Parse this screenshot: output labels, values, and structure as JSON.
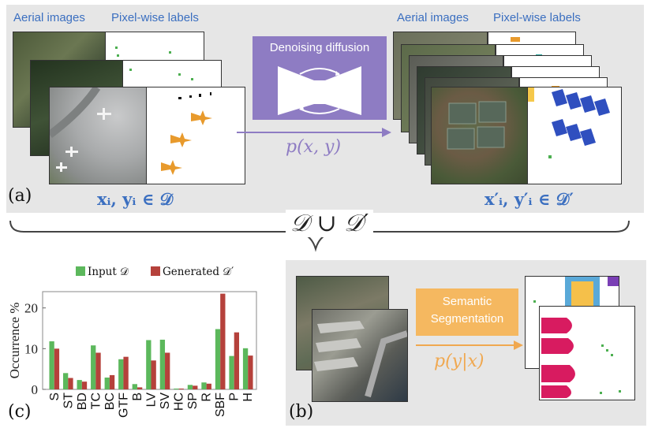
{
  "panel_a": {
    "tag": "(a)",
    "left_header_aerial": "Aerial images",
    "left_header_labels": "Pixel-wise labels",
    "right_header_aerial": "Aerial images",
    "right_header_labels": "Pixel-wise labels",
    "model_label": "Denoising diffusion",
    "arrow_formula": "p(x, y)",
    "left_formula": "xᵢ, yᵢ ∈ 𝒟",
    "right_formula": "x′ᵢ, y′ᵢ ∈ 𝒟′"
  },
  "union_label": "𝒟 ∪ 𝒟′",
  "panel_b": {
    "tag": "(b)",
    "model_label_line1": "Semantic",
    "model_label_line2": "Segmentation",
    "arrow_formula": "p(y|x)"
  },
  "panel_c": {
    "tag": "(c)"
  },
  "colors": {
    "panel_bg": "#e6e6e6",
    "header_blue": "#3b6fc0",
    "diffusion_purple": "#8e7cc3",
    "segmentation_orange": "#f5b860",
    "arrow_orange": "#f0a850",
    "input_green": "#5cb85c",
    "generated_red": "#b5413b"
  },
  "chart_data": {
    "type": "bar",
    "ylabel": "Occurrence %",
    "xlabel": "",
    "ylim": [
      0,
      24
    ],
    "yticks": [
      0,
      10,
      20
    ],
    "categories": [
      "S",
      "ST",
      "BD",
      "TC",
      "BC",
      "GTF",
      "B",
      "LV",
      "SV",
      "HC",
      "SP",
      "R",
      "SBF",
      "P",
      "H"
    ],
    "series": [
      {
        "name": "Input 𝒟",
        "color": "#5cb85c",
        "values": [
          11.8,
          4.0,
          2.3,
          10.8,
          2.9,
          7.4,
          1.3,
          12.1,
          12.2,
          0.2,
          1.1,
          1.7,
          14.8,
          8.2,
          10.1
        ]
      },
      {
        "name": "Generated 𝒟′",
        "color": "#b5413b",
        "values": [
          10.0,
          2.8,
          1.9,
          9.0,
          3.5,
          8.0,
          0.5,
          7.1,
          9.0,
          0.2,
          0.9,
          1.4,
          23.5,
          14.0,
          8.3
        ]
      }
    ]
  }
}
